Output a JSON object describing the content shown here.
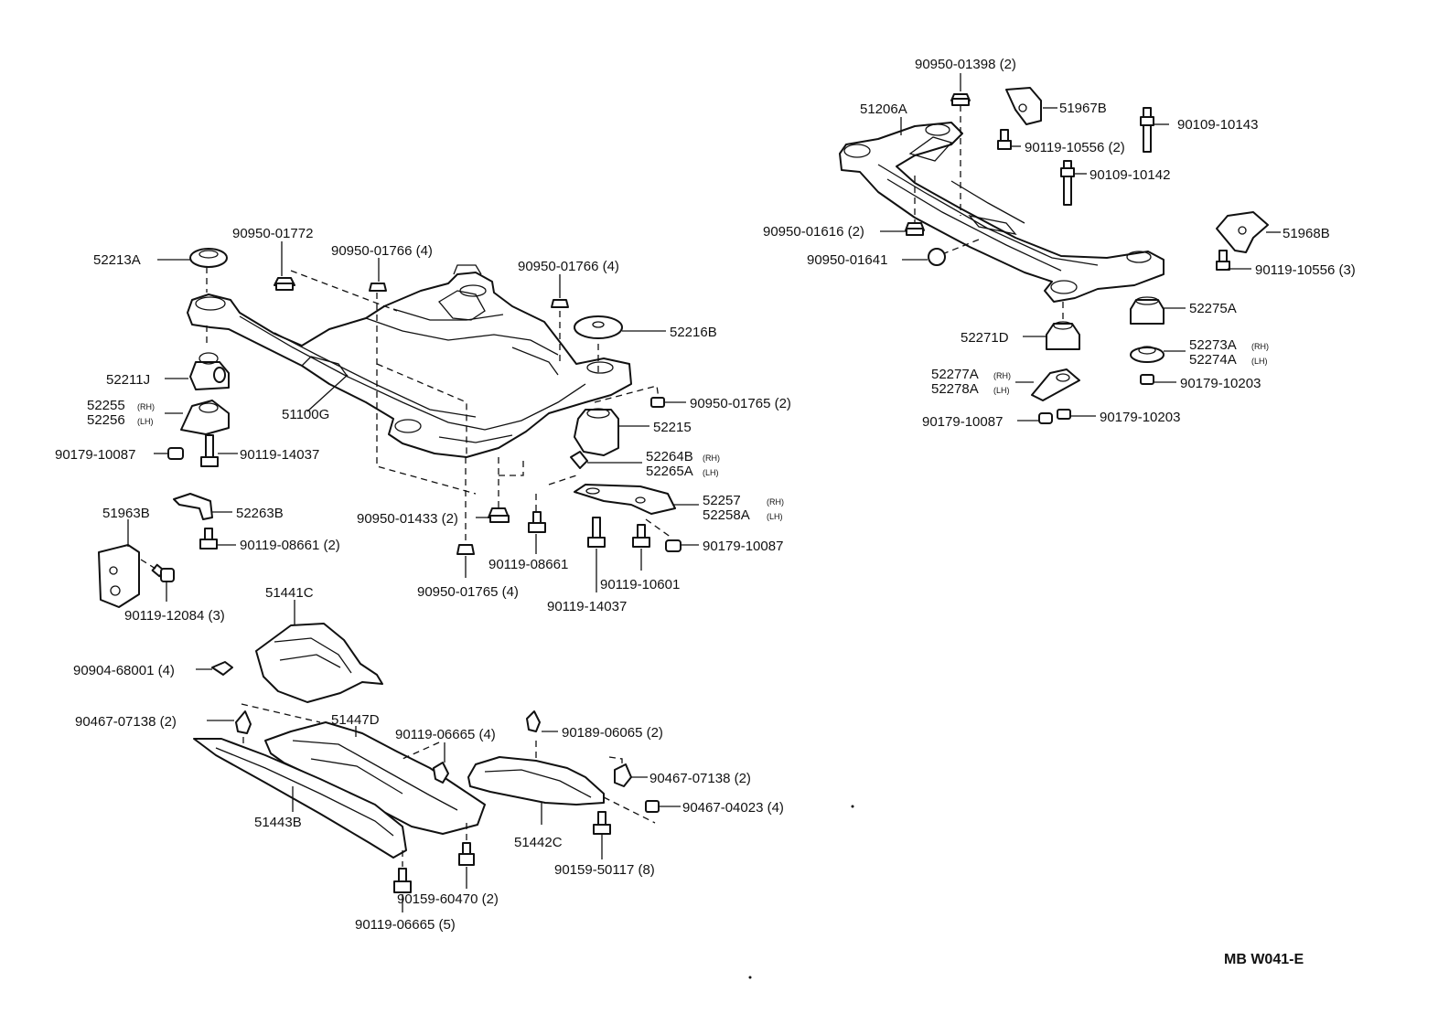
{
  "diagram_code": "MB  W041-E",
  "labels": {
    "p90950_01398": "90950-01398 (2)",
    "p51206A": "51206A",
    "p51967B": "51967B",
    "p90109_10143": "90109-10143",
    "p90119_10556_2": "90119-10556 (2)",
    "p90109_10142": "90109-10142",
    "p90950_01616": "90950-01616 (2)",
    "p51968B": "51968B",
    "p90950_01641": "90950-01641",
    "p90119_10556_3": "90119-10556 (3)",
    "p52275A": "52275A",
    "p52271D": "52271D",
    "p52273A": "52273A",
    "p52274A": "52274A",
    "p52277A": "52277A",
    "p52278A": "52278A",
    "p90179_10203_a": "90179-10203",
    "p90179_10087_r": "90179-10087",
    "p90179_10203_b": "90179-10203",
    "p90950_01772": "90950-01772",
    "p52213A": "52213A",
    "p90950_01766_l": "90950-01766 (4)",
    "p90950_01766_r": "90950-01766 (4)",
    "p52216B": "52216B",
    "p52211J": "52211J",
    "p51100G": "51100G",
    "p52255": "52255",
    "p52256": "52256",
    "p90950_01765_2": "90950-01765 (2)",
    "p52215": "52215",
    "p90179_10087_l": "90179-10087",
    "p90119_14037_l": "90119-14037",
    "p52264B": "52264B",
    "p52265A": "52265A",
    "p52263B": "52263B",
    "p51963B": "51963B",
    "p52257": "52257",
    "p52258A": "52258A",
    "p90950_01433": "90950-01433 (2)",
    "p90119_08661_l": "90119-08661 (2)",
    "p90179_10087_m": "90179-10087",
    "p90119_08661_m": "90119-08661",
    "p90119_12084": "90119-12084 (3)",
    "p90119_10601": "90119-10601",
    "p90950_01765_4": "90950-01765 (4)",
    "p90119_14037_m": "90119-14037",
    "p51441C": "51441C",
    "p90904_68001": "90904-68001 (4)",
    "p90467_07138_l": "90467-07138 (2)",
    "p51447D": "51447D",
    "p90119_06665_4": "90119-06665 (4)",
    "p90189_06065": "90189-06065 (2)",
    "p90467_07138_r": "90467-07138 (2)",
    "p90467_04023": "90467-04023 (4)",
    "p51443B": "51443B",
    "p51442C": "51442C",
    "p90159_50117": "90159-50117 (8)",
    "p90159_60470": "90159-60470 (2)",
    "p90119_06665_5": "90119-06665 (5)"
  },
  "side_markers": {
    "rh": "(RH)",
    "lh": "(LH)"
  },
  "icons": {
    "front_crossmember": "front-suspension-crossmember-icon",
    "rear_crossmember": "rear-suspension-crossmember-icon",
    "engine_mount": "engine-mount-insulator-icon",
    "under_cover": "engine-under-cover-icon",
    "bolt": "bolt-icon",
    "nut": "nut-icon",
    "clip": "clip-icon",
    "bracket": "bracket-icon"
  }
}
